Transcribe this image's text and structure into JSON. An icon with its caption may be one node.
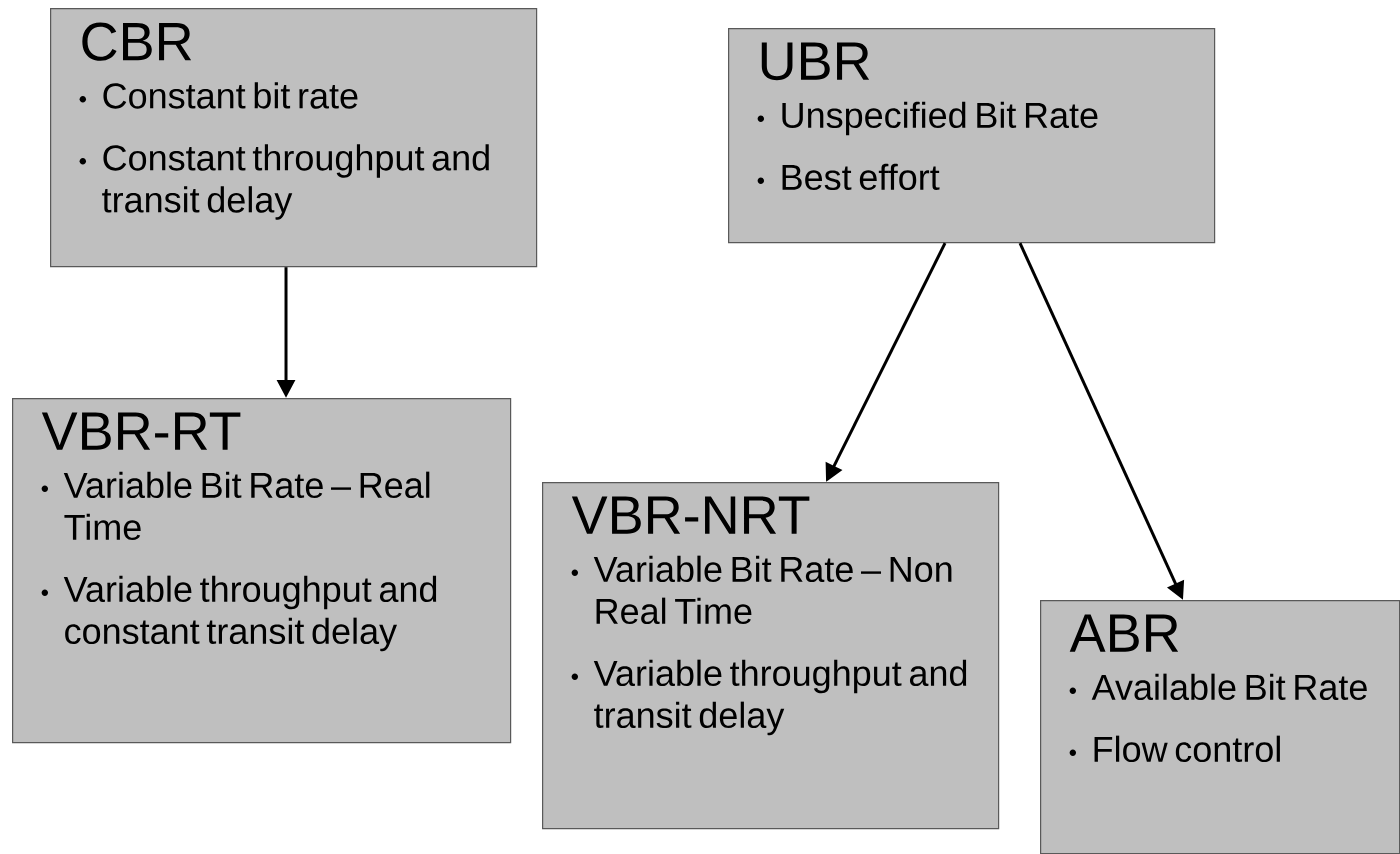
{
  "diagram": {
    "nodes": [
      {
        "text": [
          "CBR",
          "Constant bit rate",
          "Constant throughput and transit delay"
        ]
      },
      {
        "text": [
          "UBR",
          "Unspecified Bit Rate",
          "Best effort"
        ]
      },
      {
        "text": [
          "VBR-RT",
          "Variable Bit Rate – Real Time",
          "Variable throughput and constant transit delay"
        ]
      },
      {
        "text": [
          "VBR-NRT",
          "Variable Bit Rate – Non Real Time",
          "Variable throughput and transit delay"
        ]
      },
      {
        "text": [
          "ABR",
          "Available Bit Rate",
          "Flow control"
        ]
      }
    ],
    "edges": [
      {
        "from": 0,
        "to": 2,
        "arrow": "to"
      },
      {
        "from": 1,
        "to": 3,
        "arrow": "to"
      },
      {
        "from": 1,
        "to": 4,
        "arrow": "to"
      }
    ]
  }
}
